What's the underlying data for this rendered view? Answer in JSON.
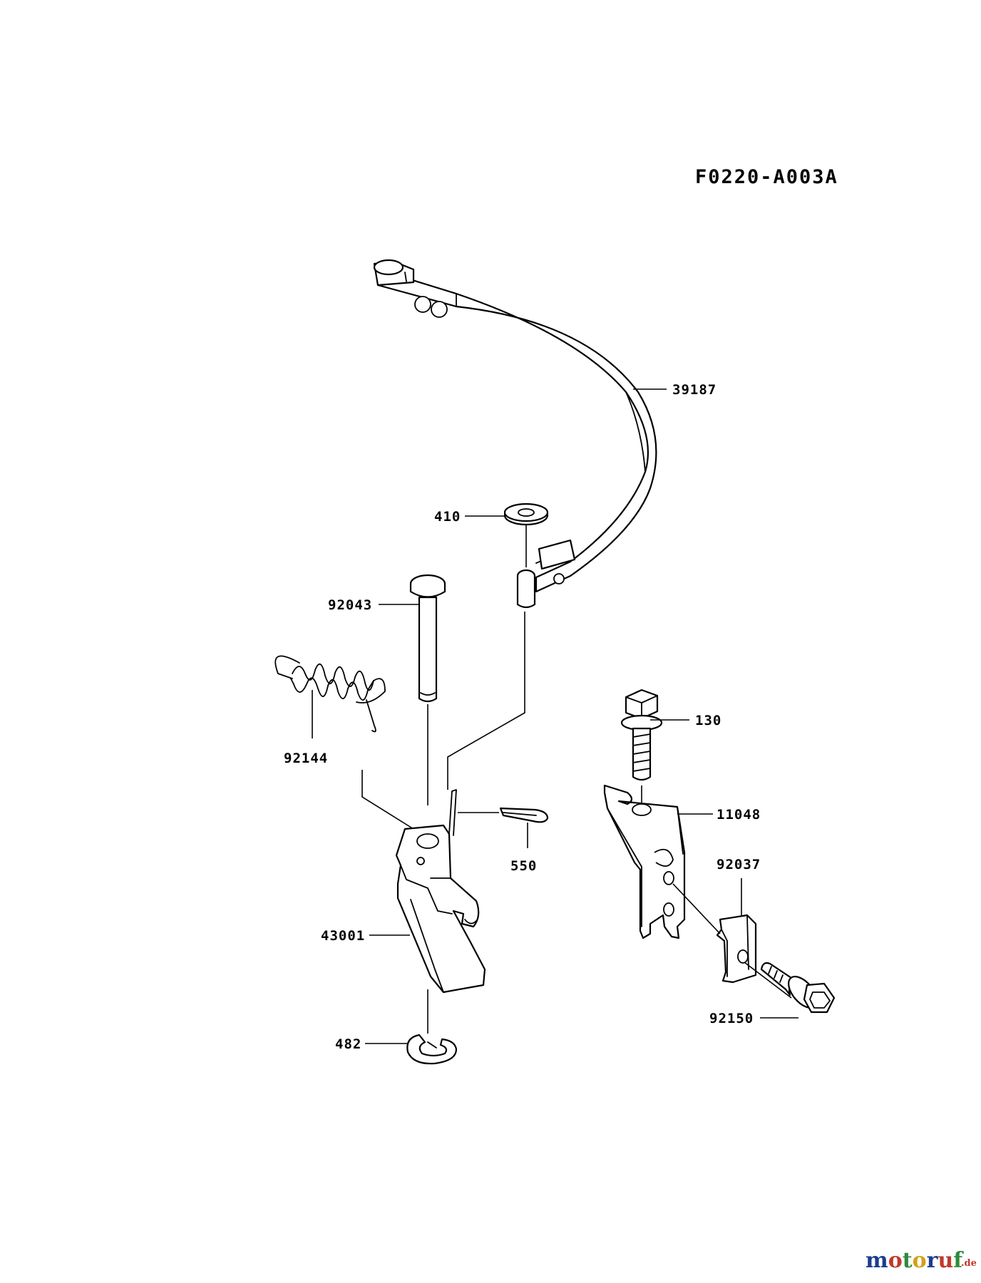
{
  "diagram_code": "F0220-A003A",
  "callouts": {
    "band": "39187",
    "washer": "410",
    "pin": "92043",
    "spring": "92144",
    "cotter": "550",
    "lever": "43001",
    "eclip": "482",
    "bolt": "130",
    "bracket": "11048",
    "clamp": "92037",
    "flangebolt": "92150"
  },
  "watermark": {
    "text": "motoruf",
    "suffix": ".de",
    "colors": [
      "#1a3d8f",
      "#c0392b",
      "#2e8b3a",
      "#d4a017",
      "#1a3d8f",
      "#c0392b",
      "#2e8b3a"
    ]
  }
}
